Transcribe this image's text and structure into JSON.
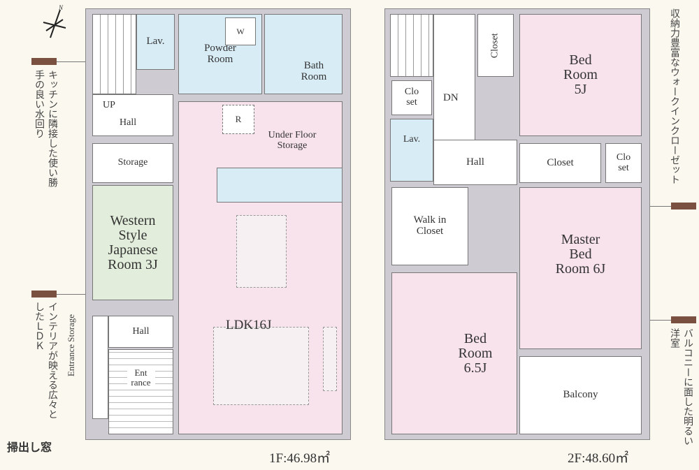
{
  "compass": {
    "north_label": "N"
  },
  "annotations": {
    "left_top": "キッチンに隣接した使い勝手の良い水回り",
    "left_bottom": "インテリアが映える広々としたＬＤＫ",
    "right_top": "収納力豊富なウォークインクローゼット",
    "right_bottom": "バルコニーに面した明るい洋室",
    "window_note": "掃出し窓"
  },
  "floor1": {
    "area_label": "1F:46.98㎡",
    "rooms": {
      "lav": "Lav.",
      "powder": "Powder Room",
      "w": "W",
      "bath": "Bath Room",
      "up": "UP",
      "hall": "Hall",
      "r": "R",
      "under_floor": "Under Floor Storage",
      "storage": "Storage",
      "japanese": "Western Style Japanese Room 3J",
      "ldk": "LDK16J",
      "hall2": "Hall",
      "entrance": "Ent rance",
      "entrance_storage": "Entrance Storage"
    }
  },
  "floor2": {
    "area_label": "2F:48.60㎡",
    "rooms": {
      "closet_top": "Closet",
      "bed5": "Bed Room 5J",
      "closet_small": "Clo set",
      "dn": "DN",
      "lav": "Lav.",
      "hall": "Hall",
      "closet": "Closet",
      "closet2": "Clo set",
      "wic": "Walk in Closet",
      "master": "Master Bed Room 6J",
      "bed65": "Bed Room 6.5J",
      "balcony": "Balcony"
    }
  }
}
